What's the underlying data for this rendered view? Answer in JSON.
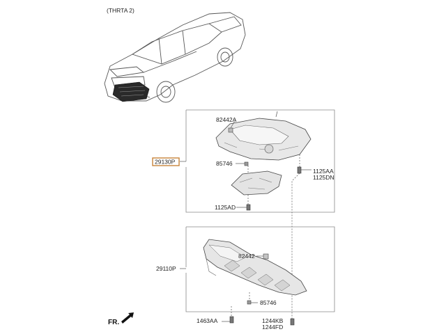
{
  "header": {
    "variant": "(THRTA 2)"
  },
  "parts": {
    "assy_upper": "29130P",
    "clip_a": "82442A",
    "screw_upper": "85746",
    "bolt_upper_a": "1125AA",
    "bolt_upper_b": "1125DN",
    "bolt_lower_upper": "1125AD",
    "assy_lower": "29110P",
    "clip_b": "82442",
    "screw_lower": "85746",
    "bolt_bottom_left": "1463AA",
    "bolt_bottom_a": "1244KB",
    "bolt_bottom_b": "1244FD"
  },
  "footer": {
    "direction": "FR."
  },
  "colors": {
    "highlight": "#c8843a",
    "line": "#555555"
  }
}
